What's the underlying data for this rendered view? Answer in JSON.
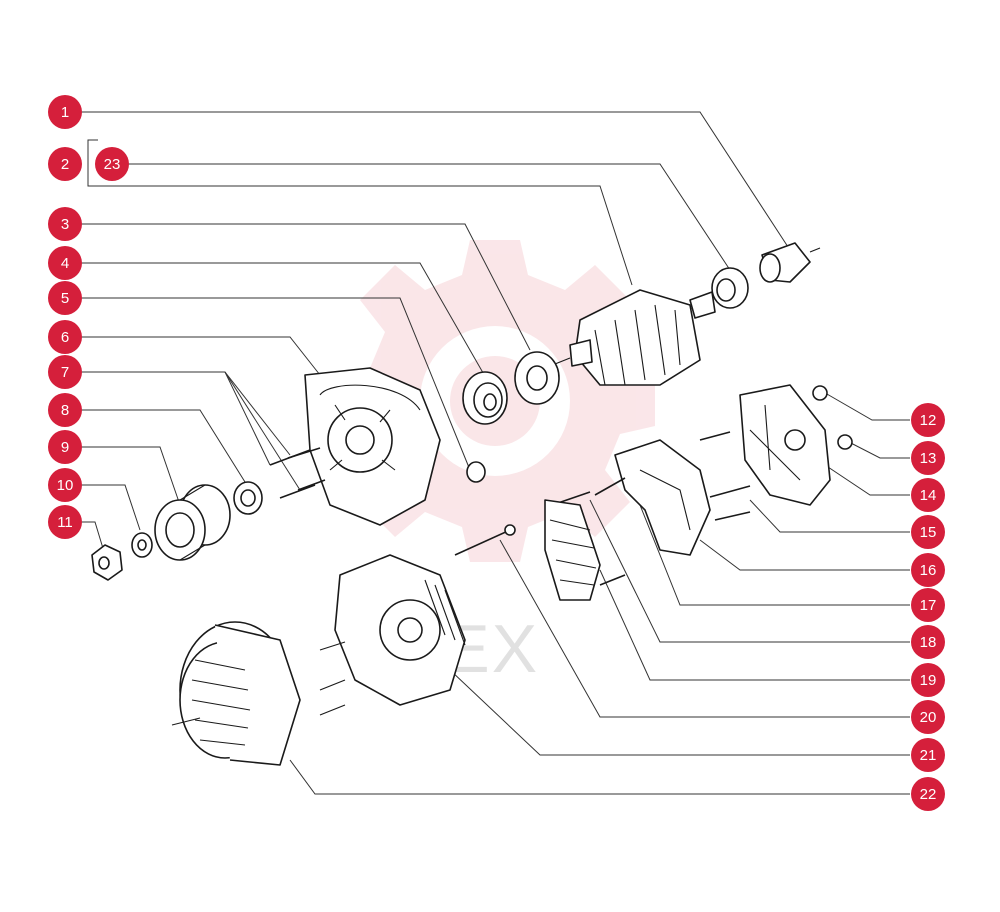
{
  "colors": {
    "callout": "#d51f3b",
    "watermark": "#f2b8bf"
  },
  "watermark": {
    "text": "ITEX"
  },
  "callouts": [
    {
      "id": "c1",
      "label": "1"
    },
    {
      "id": "c2",
      "label": "2"
    },
    {
      "id": "c23",
      "label": "23"
    },
    {
      "id": "c3",
      "label": "3"
    },
    {
      "id": "c4",
      "label": "4"
    },
    {
      "id": "c5",
      "label": "5"
    },
    {
      "id": "c6",
      "label": "6"
    },
    {
      "id": "c7",
      "label": "7"
    },
    {
      "id": "c8",
      "label": "8"
    },
    {
      "id": "c9",
      "label": "9"
    },
    {
      "id": "c10",
      "label": "10"
    },
    {
      "id": "c11",
      "label": "11"
    },
    {
      "id": "c12",
      "label": "12"
    },
    {
      "id": "c13",
      "label": "13"
    },
    {
      "id": "c14",
      "label": "14"
    },
    {
      "id": "c15",
      "label": "15"
    },
    {
      "id": "c16",
      "label": "16"
    },
    {
      "id": "c17",
      "label": "17"
    },
    {
      "id": "c18",
      "label": "18"
    },
    {
      "id": "c19",
      "label": "19"
    },
    {
      "id": "c20",
      "label": "20"
    },
    {
      "id": "c21",
      "label": "21"
    },
    {
      "id": "c22",
      "label": "22"
    }
  ]
}
